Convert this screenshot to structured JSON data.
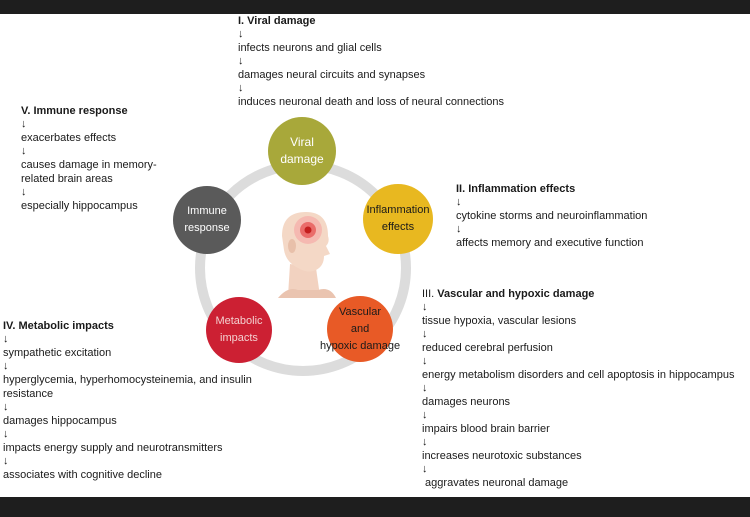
{
  "colors": {
    "viral": "#a8a83a",
    "inflammation": "#e8b820",
    "vascular": "#e85a26",
    "metabolic": "#cc2033",
    "immune": "#5a5a5a",
    "ring": "#dcdcdc",
    "top_bar": "#1e1e1e"
  },
  "nodes": {
    "viral": {
      "line1": "Viral",
      "line2": "damage"
    },
    "inflammation": {
      "line1": "Inflammation",
      "line2": "effects"
    },
    "vascular": {
      "line1": "Vascular",
      "line2": "and",
      "line3": "hypoxic damage"
    },
    "metabolic": {
      "line1": "Metabolic",
      "line2": "impacts"
    },
    "immune": {
      "line1": "Immune",
      "line2": "response"
    }
  },
  "center_icon": "human-head-with-brain-highlight-icon",
  "arrow_glyph": "↓",
  "sections": {
    "viral": {
      "title": "I. Viral damage",
      "steps": [
        "infects neurons and glial cells",
        "damages neural circuits and synapses",
        "induces neuronal death and loss of neural connections"
      ]
    },
    "inflammation": {
      "title": "II. Inflammation effects",
      "steps": [
        "cytokine storms and neuroinflammation",
        "affects memory and executive function"
      ]
    },
    "vascular": {
      "title_prefix": "III. ",
      "title_bold": "Vascular and hypoxic damage",
      "steps": [
        "tissue hypoxia, vascular lesions",
        "reduced cerebral perfusion",
        "energy metabolism disorders and cell apoptosis in hippocampus",
        "damages neurons",
        "impairs blood brain barrier",
        "increases neurotoxic substances",
        " aggravates neuronal damage"
      ]
    },
    "metabolic": {
      "title": "IV. Metabolic impacts",
      "steps": [
        "sympathetic excitation",
        "hyperglycemia, hyperhomocysteinemia, and insulin",
        "resistance",
        "damages hippocampus",
        "impacts energy supply and neurotransmitters",
        "associates with cognitive decline"
      ]
    },
    "immune": {
      "title": "V. Immune response",
      "steps": [
        "exacerbates effects",
        "causes damage in memory-",
        "related brain areas",
        "especially hippocampus"
      ]
    }
  }
}
